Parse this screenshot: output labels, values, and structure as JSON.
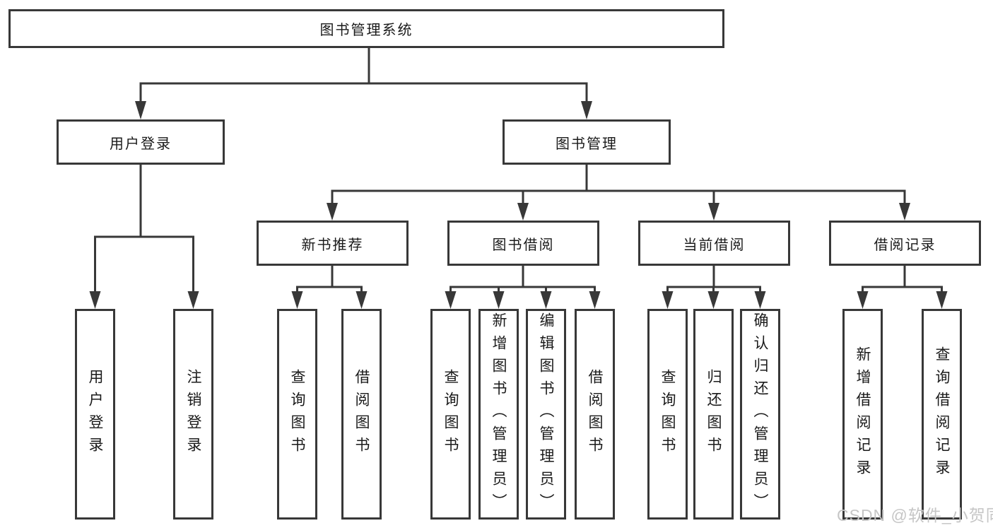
{
  "diagram": {
    "root": {
      "label": "图书管理系统"
    },
    "level2": [
      {
        "label": "用户登录"
      },
      {
        "label": "图书管理"
      }
    ],
    "level3": [
      {
        "label": "新书推荐"
      },
      {
        "label": "图书借阅"
      },
      {
        "label": "当前借阅"
      },
      {
        "label": "借阅记录"
      }
    ],
    "leaves": {
      "user": [
        "用户登录",
        "注销登录"
      ],
      "newbooks": [
        "查询图书",
        "借阅图书"
      ],
      "borrow": [
        "查询图书",
        "新增图书（管理员）",
        "编辑图书（管理员）",
        "借阅图书"
      ],
      "current": [
        "查询图书",
        "归还图书",
        "确认归还（管理员）"
      ],
      "records": [
        "新增借阅记录",
        "查询借阅记录"
      ]
    }
  },
  "watermark": {
    "text": "CSDN @软件_小贺同学"
  },
  "colors": {
    "line": "#383838",
    "text": "#1a1a1a",
    "background": "#ffffff",
    "watermark": "#c6c6c6"
  }
}
